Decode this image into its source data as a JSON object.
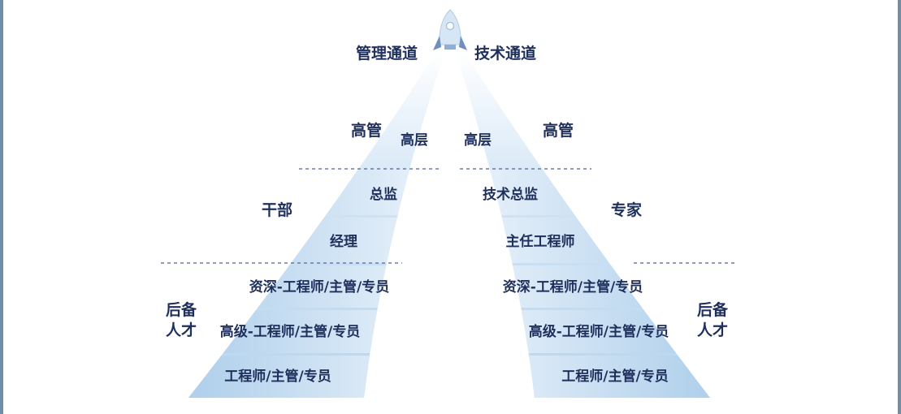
{
  "titles": {
    "left": "管理通道",
    "right": "技术通道"
  },
  "left_side": {
    "top": "高管",
    "middle": "干部",
    "bottom_line1": "后备",
    "bottom_line2": "人才"
  },
  "right_side": {
    "top": "高管",
    "middle": "专家",
    "bottom_line1": "后备",
    "bottom_line2": "人才"
  },
  "left_levels": [
    "高层",
    "总监",
    "经理",
    "资深-工程师/主管/专员",
    "高级-工程师/主管/专员",
    "工程师/主管/专员"
  ],
  "right_levels": [
    "高层",
    "技术总监",
    "主任工程师",
    "资深-工程师/主管/专员",
    "高级-工程师/主管/专员",
    "工程师/主管/专员"
  ],
  "colors": {
    "text": "#1f2f5c",
    "band_light": "#eaf3fb",
    "band_dark": "#a9cdeb",
    "divider": "#6c7aa8",
    "rocket": "#c9dcee"
  },
  "icons": {
    "top": "rocket-icon"
  }
}
